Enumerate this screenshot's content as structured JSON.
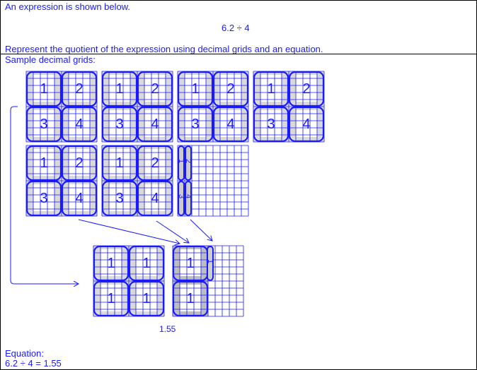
{
  "prompt": {
    "intro": "An expression is shown below.",
    "expression": "6.2 ÷ 4",
    "instruction": "Represent the quotient of the expression using decimal grids and an equation."
  },
  "work": {
    "sample_label": "Sample decimal grids:",
    "full_grid_labels": [
      "1",
      "2",
      "3",
      "4"
    ],
    "strip_labels": [
      "1",
      "2",
      "3",
      "4"
    ],
    "result_labels": [
      "1"
    ],
    "result_value": "1.55",
    "equation_label": "Equation:",
    "equation": "6.2 ÷ 4 = 1.55"
  },
  "colors": {
    "accent": "#1a1aff",
    "shade": "#d9d9d9",
    "shade_dark": "#bdbdbd"
  }
}
